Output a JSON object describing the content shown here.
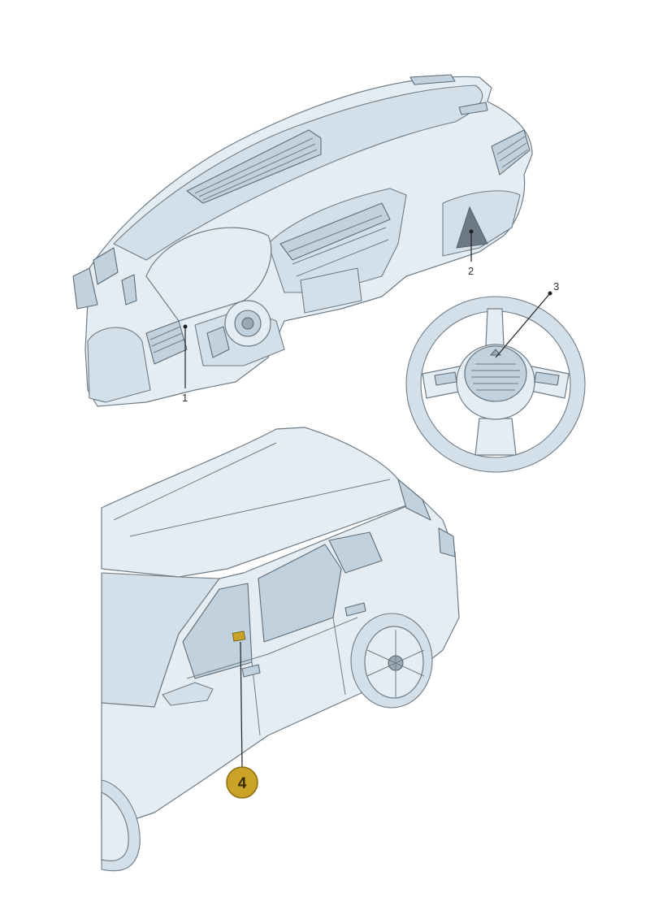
{
  "callouts": {
    "c1": "1",
    "c2": "2",
    "c3": "3",
    "c4": "4"
  },
  "colors": {
    "highlight_badge": "#c9a227",
    "line_fill": "#e4edf4",
    "outline": "#6f7c86"
  }
}
